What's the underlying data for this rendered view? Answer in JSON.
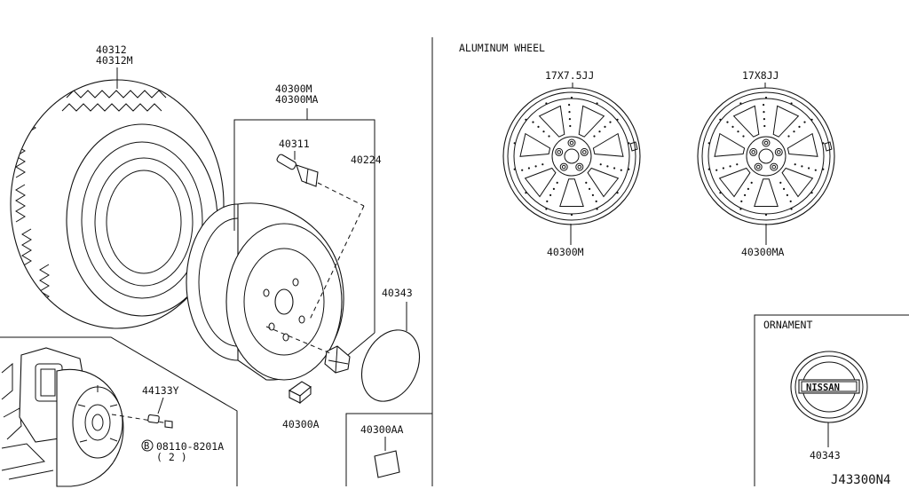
{
  "parts": {
    "tire": {
      "line1": "40312",
      "line2": "40312M"
    },
    "wheel": {
      "line1": "40300M",
      "line2": "40300MA"
    },
    "valve": "40311",
    "nut": "40224",
    "cap": "40343",
    "weight": "40300A",
    "stud": "44133Y",
    "bolt": {
      "prefix": "B",
      "number": "08110-8201A",
      "qty": "( 2 )"
    },
    "weight_box": "40300AA"
  },
  "aluminum": {
    "title": "ALUMINUM WHEEL",
    "wheel1": {
      "size": "17X7.5JJ",
      "part": "40300M"
    },
    "wheel2": {
      "size": "17X8JJ",
      "part": "40300MA"
    }
  },
  "ornament": {
    "title": "ORNAMENT",
    "badge": "NISSAN",
    "part": "40343"
  },
  "diagram_code": "J43300N4"
}
